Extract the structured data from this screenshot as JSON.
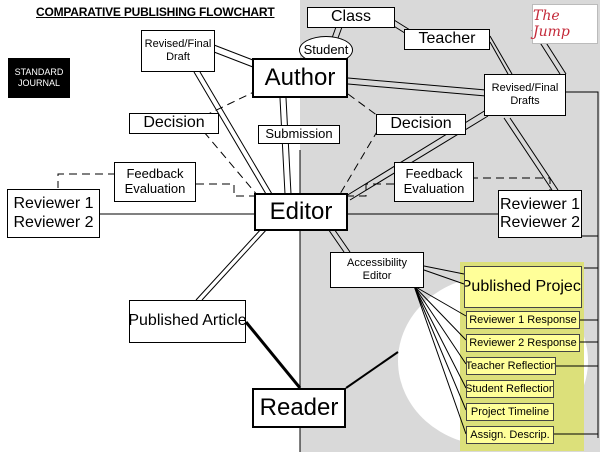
{
  "header": {
    "title": "COMPARATIVE PUBLISHING FLOWCHART",
    "standard_label_line1": "STANDARD",
    "standard_label_line2": "JOURNAL"
  },
  "logo": {
    "text": "The Jump"
  },
  "nodes": {
    "class": "Class",
    "student": "Student",
    "teacher": "Teacher",
    "revised_final_draft_left": {
      "line1": "Revised/Final",
      "line2": "Draft"
    },
    "author": "Author",
    "revised_final_drafts_right": {
      "line1": "Revised/Final",
      "line2": "Drafts"
    },
    "decision_left": "Decision",
    "submission": "Submission",
    "decision_right": "Decision",
    "feedback_left": {
      "line1": "Feedback",
      "line2": "Evaluation"
    },
    "feedback_right": {
      "line1": "Feedback",
      "line2": "Evaluation"
    },
    "reviewers_left": {
      "line1": "Reviewer 1",
      "line2": "Reviewer 2"
    },
    "editor": "Editor",
    "reviewers_right": {
      "line1": "Reviewer 1",
      "line2": "Reviewer 2"
    },
    "accessibility_editor": {
      "line1": "Accessibility",
      "line2": "Editor"
    },
    "published_article": "Published Article",
    "reader": "Reader",
    "published_project": "Published Project",
    "reviewer1_response": "Reviewer 1 Response",
    "reviewer2_response": "Reviewer 2 Response",
    "teacher_reflection": "Teacher Reflection",
    "student_reflection": "Student Reflection",
    "project_timeline": "Project Timeline",
    "assign_descrip": "Assign. Descrip."
  },
  "colors": {
    "right_panel": "#d9d9d9",
    "project_panel": "#dce07a",
    "project_box": "#ffff99",
    "logo_text": "#c42a3a"
  }
}
